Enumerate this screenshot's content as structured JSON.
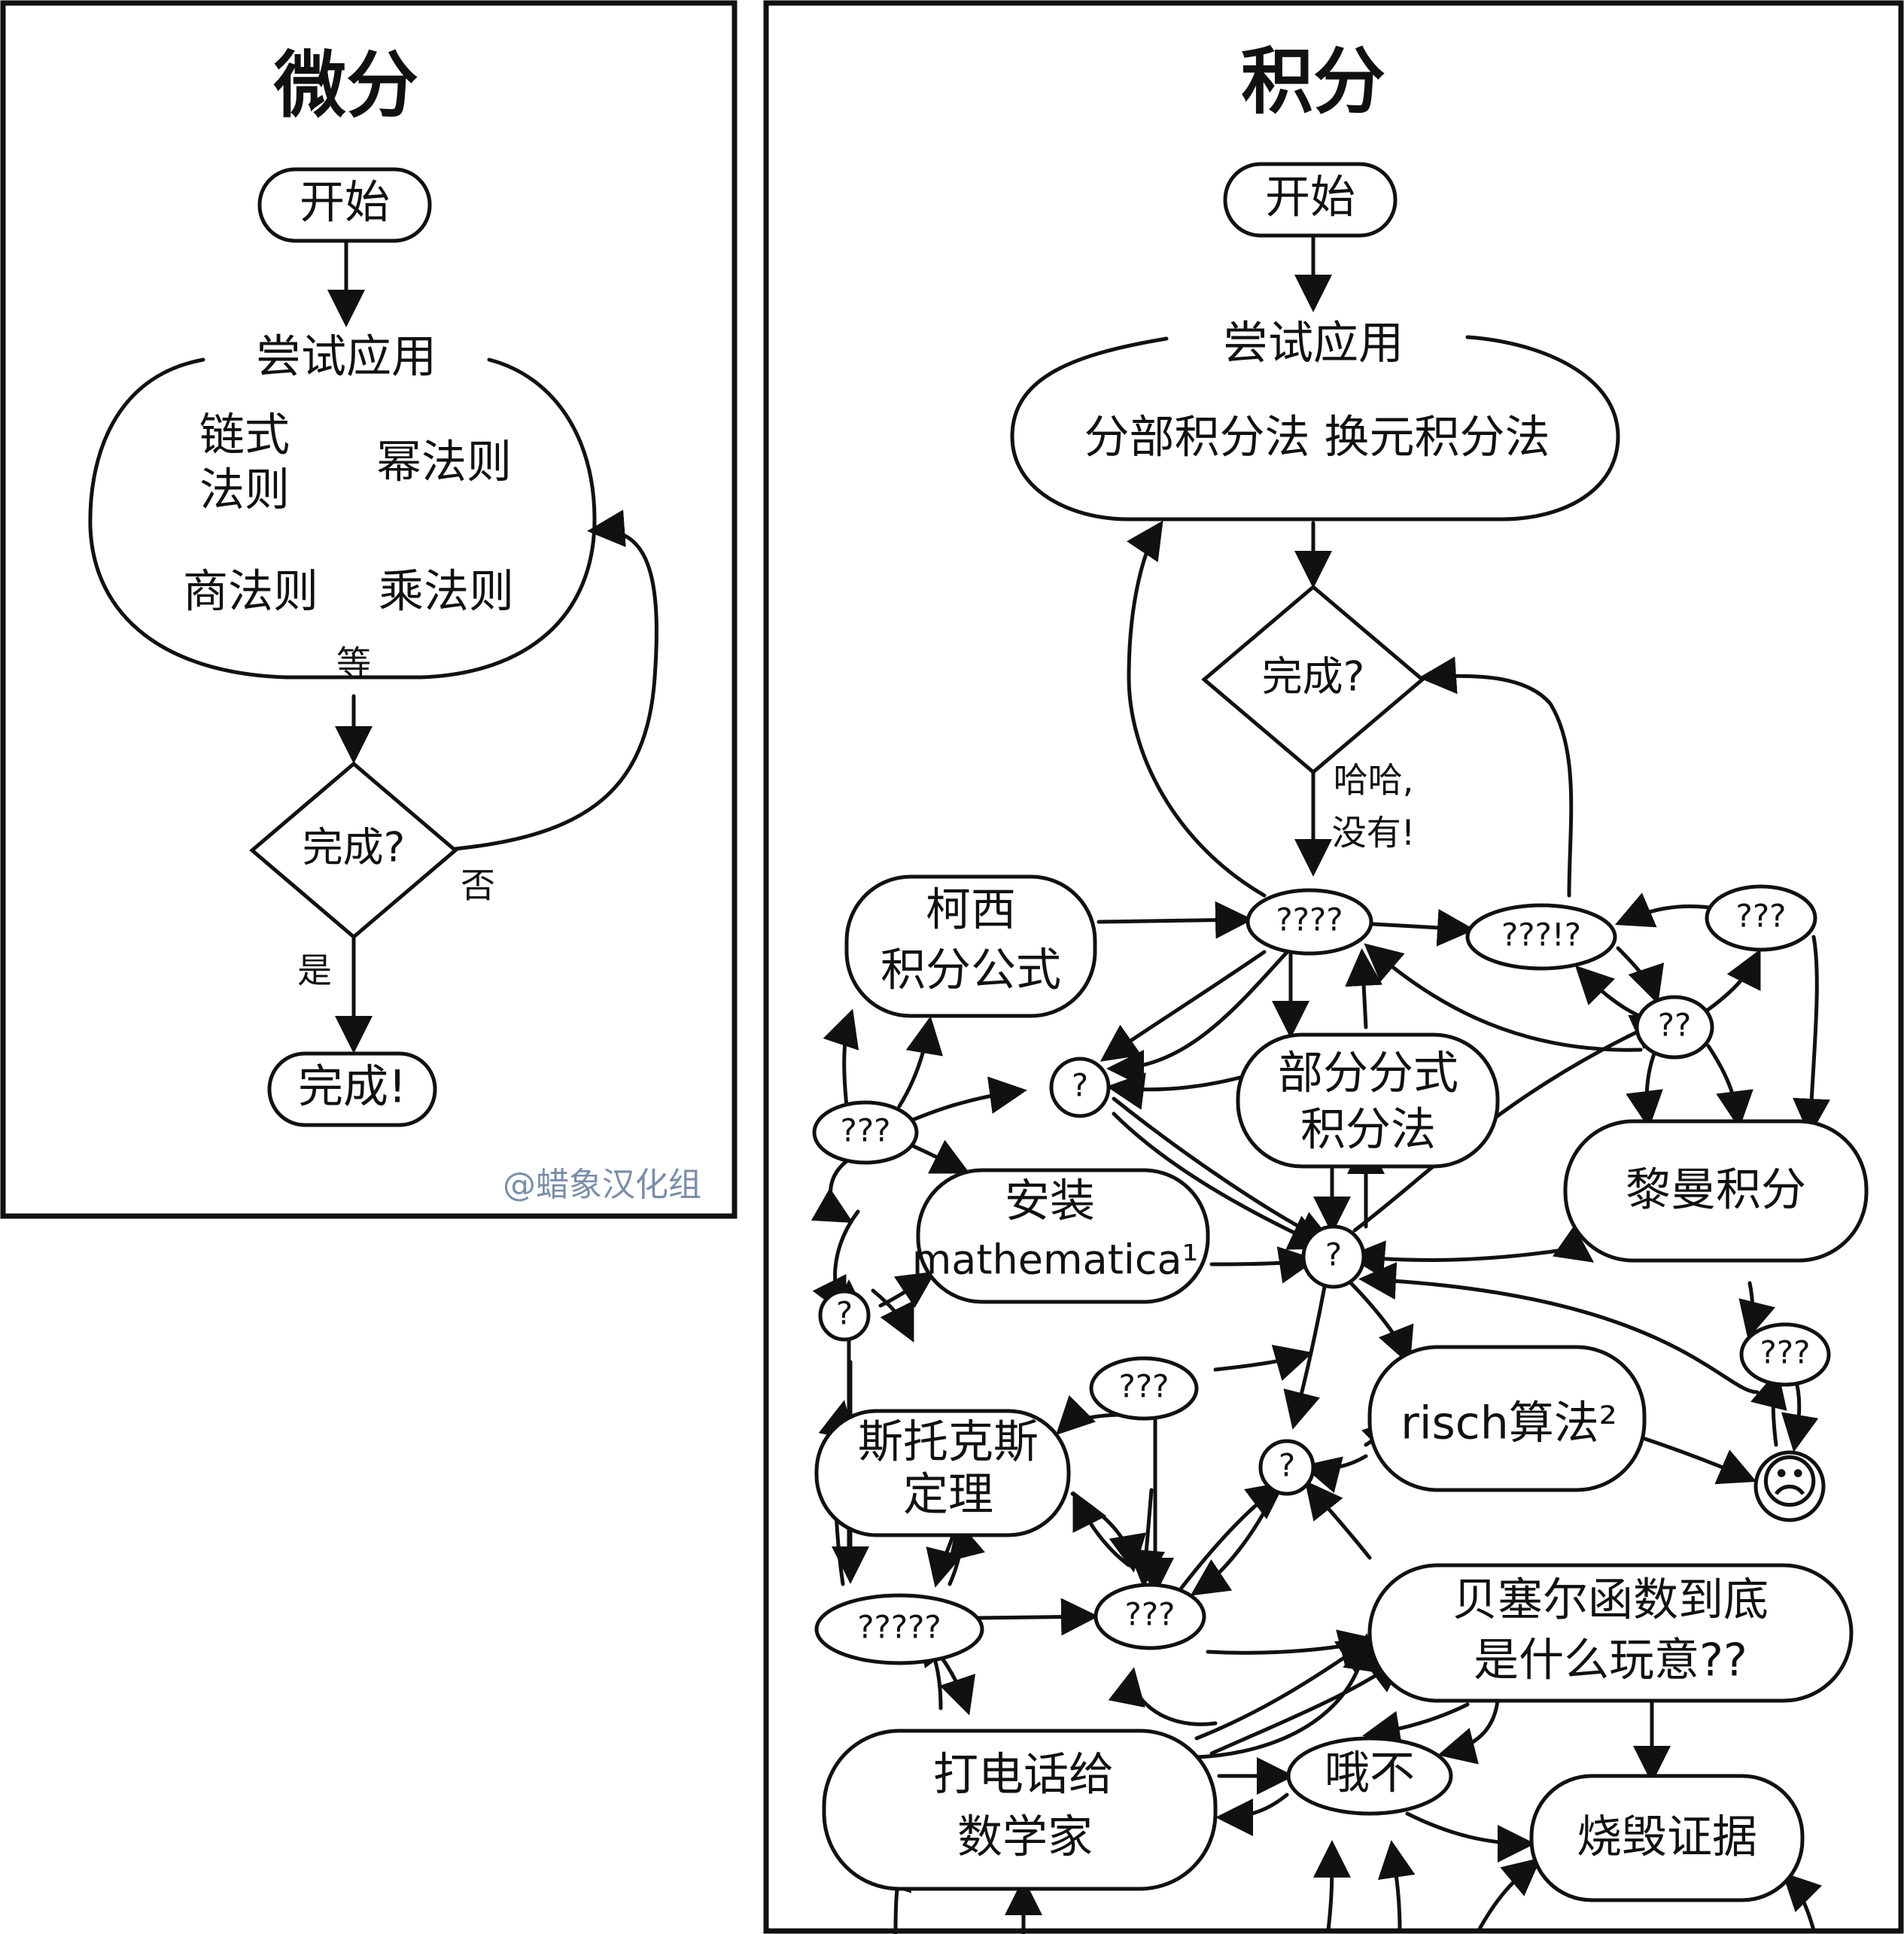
{
  "left": {
    "title": "微分",
    "start": "开始",
    "try_label": "尝试应用",
    "rules": [
      "链式",
      "法则",
      "幂法则",
      "商法则",
      "乘法则"
    ],
    "etc": "等",
    "decision": "完成?",
    "no": "否",
    "yes": "是",
    "done": "完成!",
    "watermark": "@蜡象汉化组"
  },
  "right": {
    "title": "积分",
    "start": "开始",
    "try_label": "尝试应用",
    "methods": "分部积分法 换元积分法",
    "decision": "完成?",
    "haha": [
      "哈哈,",
      "没有!"
    ],
    "cauchy": [
      "柯西",
      "积分公式"
    ],
    "partial": [
      "部分分式",
      "积分法"
    ],
    "riemann": "黎曼积分",
    "mathematica": [
      "安装",
      "mathematica¹"
    ],
    "risch": "risch算法²",
    "stokes": [
      "斯托克斯",
      "定理"
    ],
    "bessel": [
      "贝塞尔函数到底",
      "是什么玩意??"
    ],
    "call": [
      "打电话给",
      "数学家"
    ],
    "ohno": "哦不",
    "burn": "烧毁证据",
    "q4": "????",
    "q3b": "???!?",
    "q3a": "???",
    "q2": "??",
    "q1": "?",
    "q5": "?????",
    "sad": "☹"
  }
}
